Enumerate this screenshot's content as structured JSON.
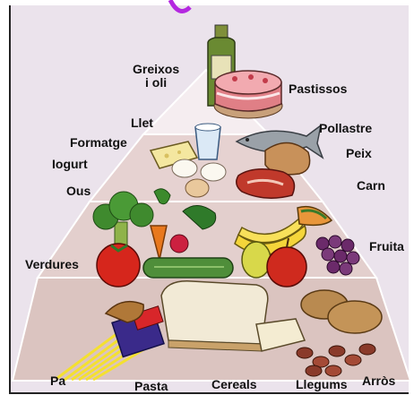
{
  "pyramid": {
    "colors": {
      "background": "#ebe3ec",
      "tier_top": "#f3e9ec",
      "tier_mid": "#e8d4d3",
      "tier_bottom": "#dcc6c3",
      "accent": "#b428e0"
    },
    "labels": {
      "fats": "Greixos\ni oli",
      "pastries": "Pastissos",
      "milk": "Llet",
      "chicken": "Pollastre",
      "cheese": "Formatge",
      "fish": "Peix",
      "yogurt": "Iogurt",
      "meat": "Carn",
      "eggs": "Ous",
      "fruit": "Fruita",
      "vegetables": "Verdures",
      "bread": "Pa",
      "pasta": "Pasta",
      "cereals": "Cereals",
      "legumes": "Llegums",
      "rice": "Arròs"
    },
    "icons": [
      "oil-bottle-icon",
      "cake-icon",
      "milk-glass-icon",
      "cheese-icon",
      "eggs-icon",
      "fish-icon",
      "chicken-icon",
      "meat-icon",
      "broccoli-icon",
      "carrot-icon",
      "radish-icon",
      "tomato-icon",
      "cucumber-icon",
      "banana-icon",
      "melon-icon",
      "grapes-icon",
      "apple-icon",
      "bread-icon",
      "pasta-icon",
      "legumes-icon",
      "potatoes-icon"
    ]
  }
}
